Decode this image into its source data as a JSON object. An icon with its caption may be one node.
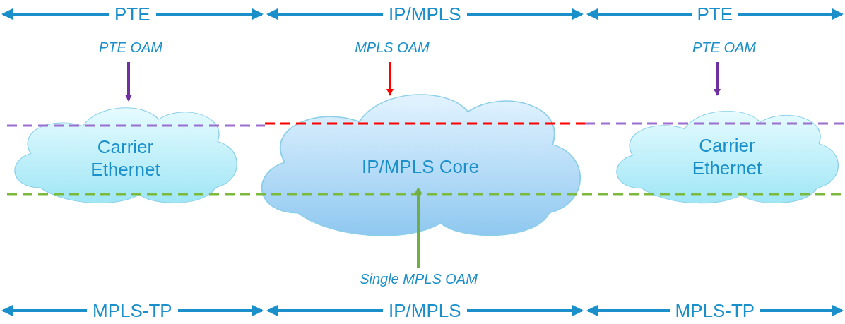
{
  "diagram": {
    "nodes": [
      {
        "text": [
          "Carrier Ethernet"
        ]
      },
      {
        "text": [
          "IP/MPLS Core"
        ]
      },
      {
        "text": [
          "Carrier Ethernet"
        ]
      },
      {
        "text": [
          "PTE OAM"
        ]
      },
      {
        "text": [
          "MPLS OAM"
        ]
      },
      {
        "text": [
          "PTE OAM"
        ]
      },
      {
        "text": [
          "Single MPLS OAM"
        ]
      }
    ],
    "edges": [
      {
        "from": 3,
        "to": 0,
        "arrow": "to",
        "color": "#7030a0"
      },
      {
        "from": 4,
        "to": 1,
        "arrow": "to",
        "color": "#ff0000"
      },
      {
        "from": 5,
        "to": 2,
        "arrow": "to",
        "color": "#7030a0"
      },
      {
        "from": 6,
        "to": 1,
        "arrow": "to",
        "color": "#70ad47"
      }
    ],
    "labels": [
      "PTE",
      "IP/MPLS",
      "PTE",
      "MPLS-TP",
      "IP/MPLS",
      "MPLS-TP"
    ]
  }
}
